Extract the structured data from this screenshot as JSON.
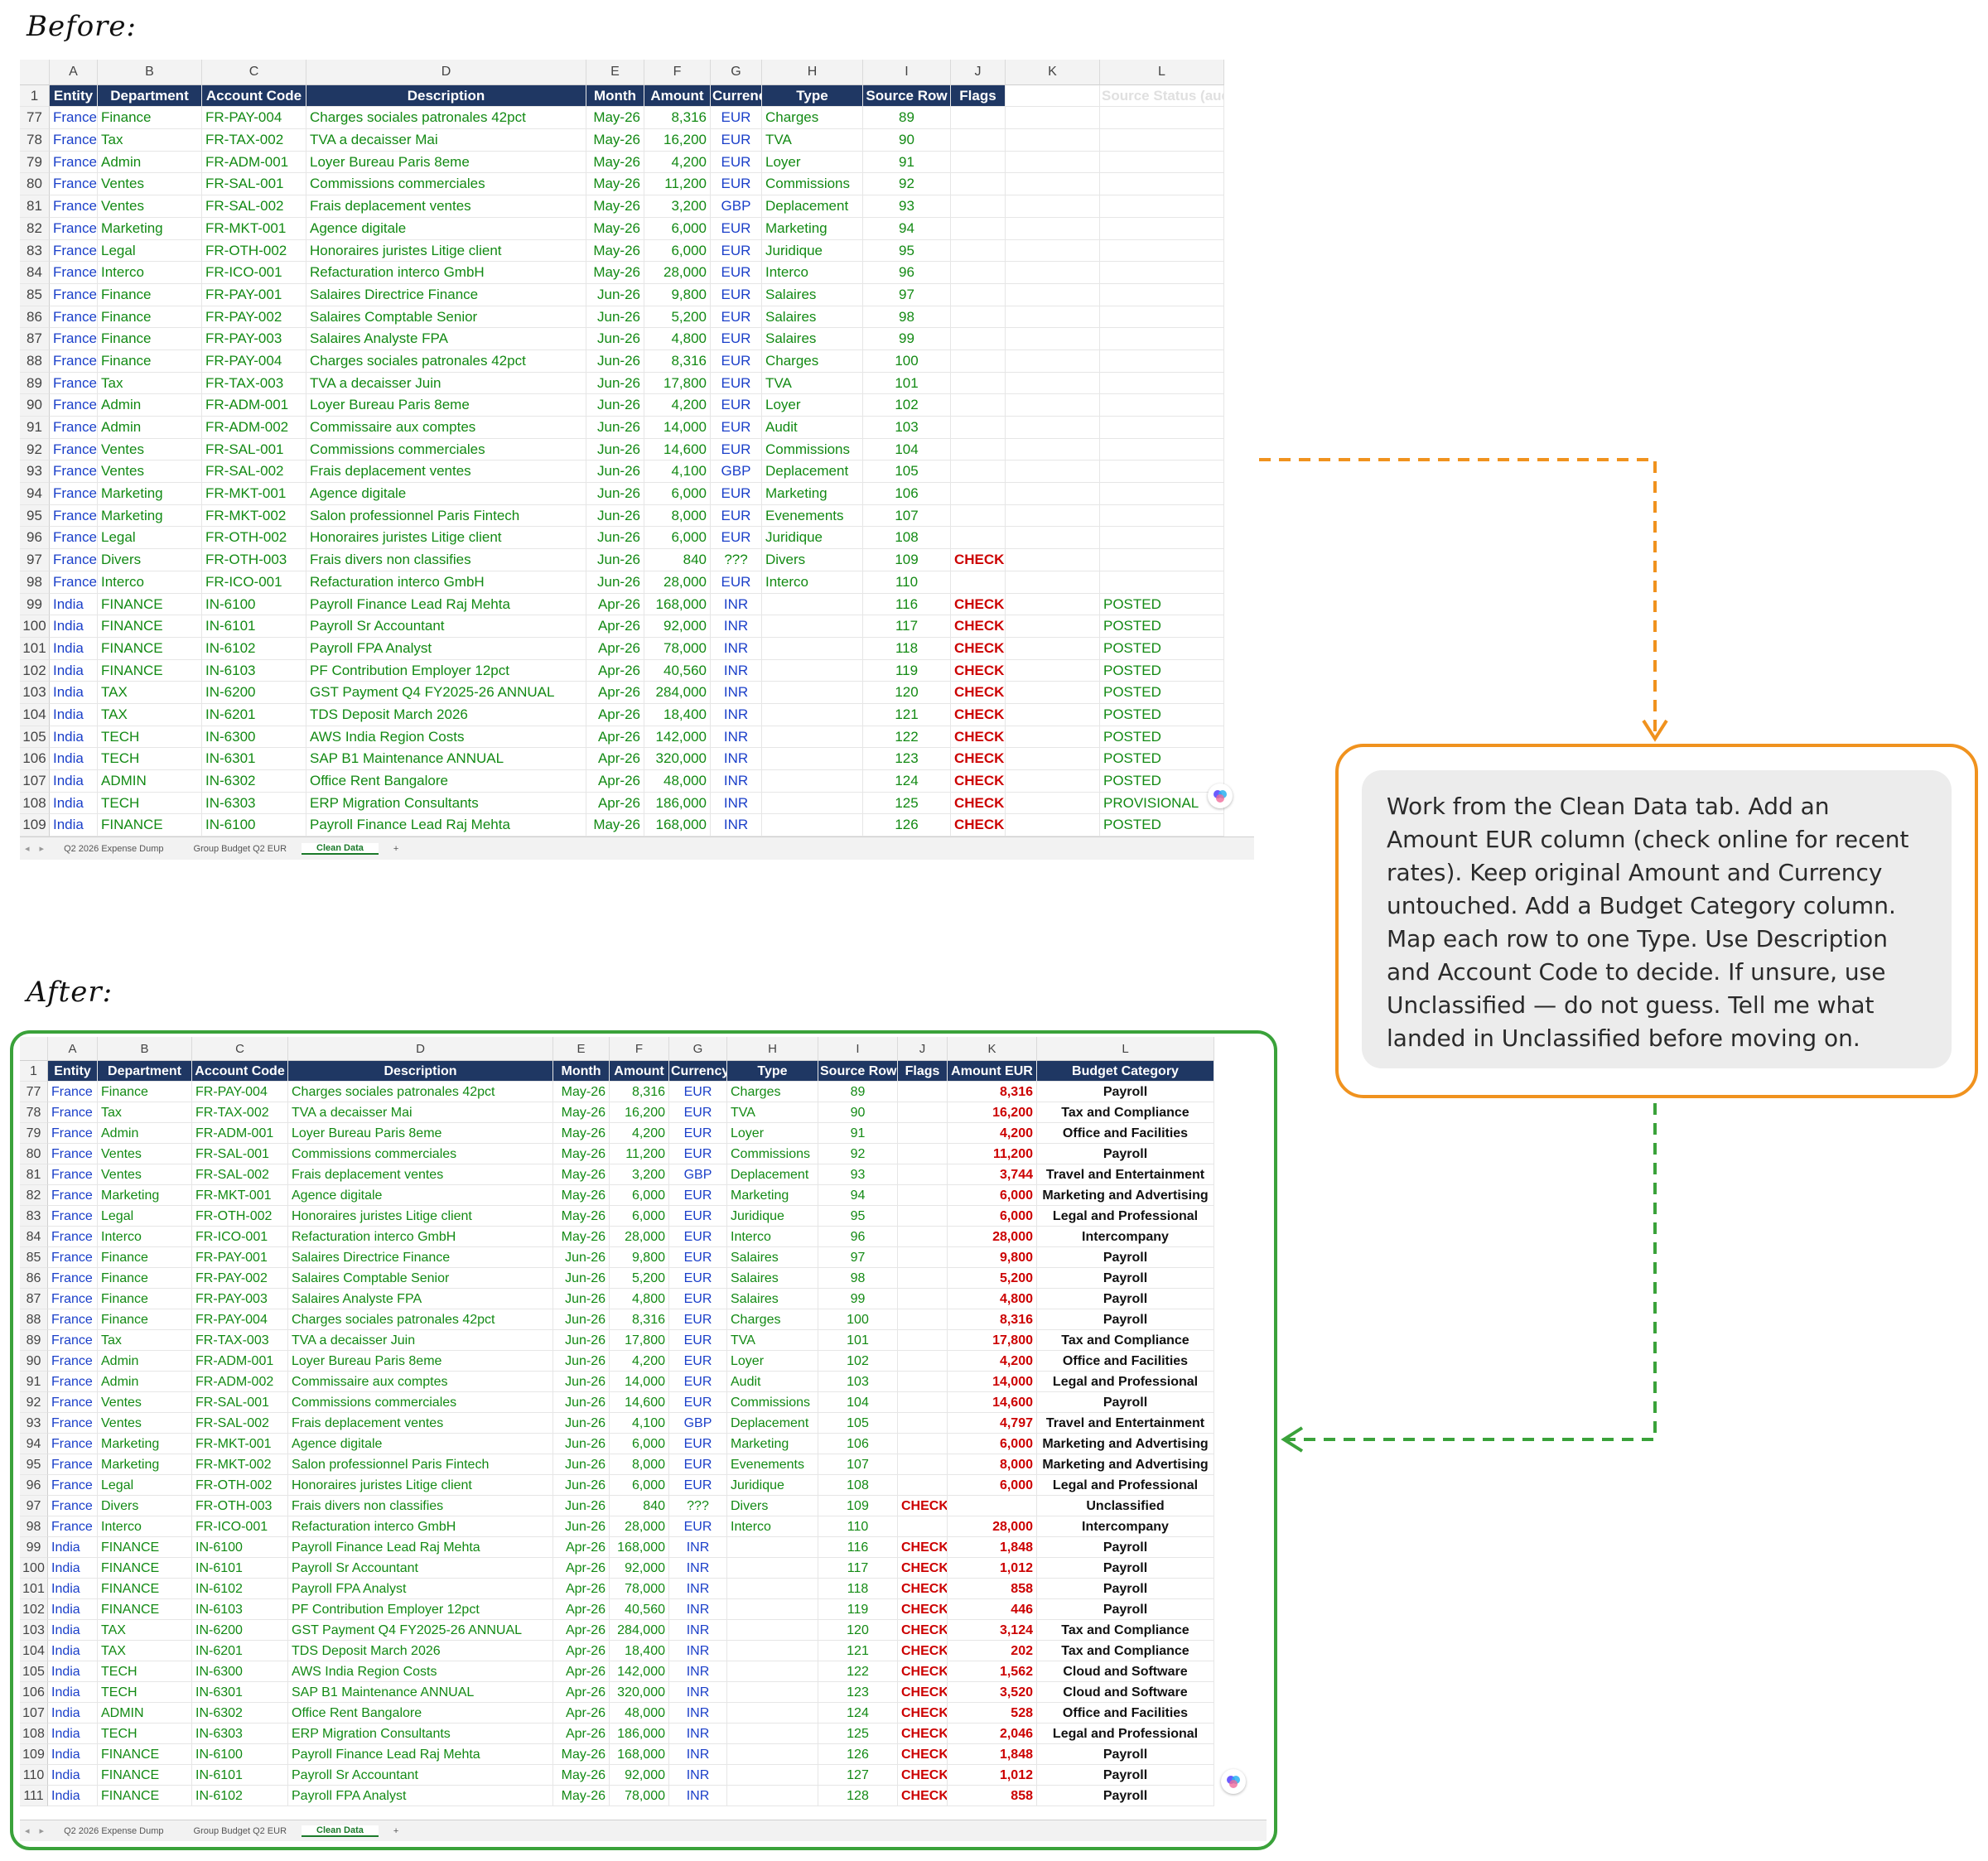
{
  "labels": {
    "before": "Before:",
    "after": "After:"
  },
  "prompt": "Work from the Clean Data tab. Add an Amount EUR column (check online for recent rates). Keep original Amount and Currency untouched. Add a Budget Category column. Map each row to one Type. Use Description and Account Code to decide. If unsure, use Unclassified — do not guess. Tell me what landed in Unclassified before moving on.",
  "colors": {
    "header_bg": "#1f3763",
    "entity_blue": "#1a3fc9",
    "text_green": "#138a14",
    "flag_red": "#cc0000",
    "prompt_border": "#f0921e",
    "after_border": "#3aa23a"
  },
  "before": {
    "col_letters": [
      "A",
      "B",
      "C",
      "D",
      "E",
      "F",
      "G",
      "H",
      "I",
      "J",
      "K",
      "L"
    ],
    "headers": [
      "Entity",
      "Department",
      "Account Code",
      "Description",
      "Month",
      "Amount",
      "Currency",
      "Type",
      "Source Row",
      "Flags",
      "",
      "Source Status (aud"
    ],
    "rows": [
      [
        "77",
        "France",
        "Finance",
        "FR-PAY-004",
        "Charges sociales patronales 42pct",
        "May-26",
        "8,316",
        "EUR",
        "Charges",
        "89",
        "",
        "",
        ""
      ],
      [
        "78",
        "France",
        "Tax",
        "FR-TAX-002",
        "TVA a decaisser Mai",
        "May-26",
        "16,200",
        "EUR",
        "TVA",
        "90",
        "",
        "",
        ""
      ],
      [
        "79",
        "France",
        "Admin",
        "FR-ADM-001",
        "Loyer Bureau Paris 8eme",
        "May-26",
        "4,200",
        "EUR",
        "Loyer",
        "91",
        "",
        "",
        ""
      ],
      [
        "80",
        "France",
        "Ventes",
        "FR-SAL-001",
        "Commissions commerciales",
        "May-26",
        "11,200",
        "EUR",
        "Commissions",
        "92",
        "",
        "",
        ""
      ],
      [
        "81",
        "France",
        "Ventes",
        "FR-SAL-002",
        "Frais deplacement ventes",
        "May-26",
        "3,200",
        "GBP",
        "Deplacement",
        "93",
        "",
        "",
        ""
      ],
      [
        "82",
        "France",
        "Marketing",
        "FR-MKT-001",
        "Agence digitale",
        "May-26",
        "6,000",
        "EUR",
        "Marketing",
        "94",
        "",
        "",
        ""
      ],
      [
        "83",
        "France",
        "Legal",
        "FR-OTH-002",
        "Honoraires juristes Litige client",
        "May-26",
        "6,000",
        "EUR",
        "Juridique",
        "95",
        "",
        "",
        ""
      ],
      [
        "84",
        "France",
        "Interco",
        "FR-ICO-001",
        "Refacturation interco GmbH",
        "May-26",
        "28,000",
        "EUR",
        "Interco",
        "96",
        "",
        "",
        ""
      ],
      [
        "85",
        "France",
        "Finance",
        "FR-PAY-001",
        "Salaires Directrice Finance",
        "Jun-26",
        "9,800",
        "EUR",
        "Salaires",
        "97",
        "",
        "",
        ""
      ],
      [
        "86",
        "France",
        "Finance",
        "FR-PAY-002",
        "Salaires Comptable Senior",
        "Jun-26",
        "5,200",
        "EUR",
        "Salaires",
        "98",
        "",
        "",
        ""
      ],
      [
        "87",
        "France",
        "Finance",
        "FR-PAY-003",
        "Salaires Analyste FPA",
        "Jun-26",
        "4,800",
        "EUR",
        "Salaires",
        "99",
        "",
        "",
        ""
      ],
      [
        "88",
        "France",
        "Finance",
        "FR-PAY-004",
        "Charges sociales patronales 42pct",
        "Jun-26",
        "8,316",
        "EUR",
        "Charges",
        "100",
        "",
        "",
        ""
      ],
      [
        "89",
        "France",
        "Tax",
        "FR-TAX-003",
        "TVA a decaisser Juin",
        "Jun-26",
        "17,800",
        "EUR",
        "TVA",
        "101",
        "",
        "",
        ""
      ],
      [
        "90",
        "France",
        "Admin",
        "FR-ADM-001",
        "Loyer Bureau Paris 8eme",
        "Jun-26",
        "4,200",
        "EUR",
        "Loyer",
        "102",
        "",
        "",
        ""
      ],
      [
        "91",
        "France",
        "Admin",
        "FR-ADM-002",
        "Commissaire aux comptes",
        "Jun-26",
        "14,000",
        "EUR",
        "Audit",
        "103",
        "",
        "",
        ""
      ],
      [
        "92",
        "France",
        "Ventes",
        "FR-SAL-001",
        "Commissions commerciales",
        "Jun-26",
        "14,600",
        "EUR",
        "Commissions",
        "104",
        "",
        "",
        ""
      ],
      [
        "93",
        "France",
        "Ventes",
        "FR-SAL-002",
        "Frais deplacement ventes",
        "Jun-26",
        "4,100",
        "GBP",
        "Deplacement",
        "105",
        "",
        "",
        ""
      ],
      [
        "94",
        "France",
        "Marketing",
        "FR-MKT-001",
        "Agence digitale",
        "Jun-26",
        "6,000",
        "EUR",
        "Marketing",
        "106",
        "",
        "",
        ""
      ],
      [
        "95",
        "France",
        "Marketing",
        "FR-MKT-002",
        "Salon professionnel Paris Fintech",
        "Jun-26",
        "8,000",
        "EUR",
        "Evenements",
        "107",
        "",
        "",
        ""
      ],
      [
        "96",
        "France",
        "Legal",
        "FR-OTH-002",
        "Honoraires juristes Litige client",
        "Jun-26",
        "6,000",
        "EUR",
        "Juridique",
        "108",
        "",
        "",
        ""
      ],
      [
        "97",
        "France",
        "Divers",
        "FR-OTH-003",
        "Frais divers non classifies",
        "Jun-26",
        "840",
        "???",
        "Divers",
        "109",
        "CHECK",
        "",
        ""
      ],
      [
        "98",
        "France",
        "Interco",
        "FR-ICO-001",
        "Refacturation interco GmbH",
        "Jun-26",
        "28,000",
        "EUR",
        "Interco",
        "110",
        "",
        "",
        ""
      ],
      [
        "99",
        "India",
        "FINANCE",
        "IN-6100",
        "Payroll Finance Lead Raj Mehta",
        "Apr-26",
        "168,000",
        "INR",
        "",
        "116",
        "CHECK",
        "",
        "POSTED"
      ],
      [
        "100",
        "India",
        "FINANCE",
        "IN-6101",
        "Payroll Sr Accountant",
        "Apr-26",
        "92,000",
        "INR",
        "",
        "117",
        "CHECK",
        "",
        "POSTED"
      ],
      [
        "101",
        "India",
        "FINANCE",
        "IN-6102",
        "Payroll FPA Analyst",
        "Apr-26",
        "78,000",
        "INR",
        "",
        "118",
        "CHECK",
        "",
        "POSTED"
      ],
      [
        "102",
        "India",
        "FINANCE",
        "IN-6103",
        "PF Contribution Employer 12pct",
        "Apr-26",
        "40,560",
        "INR",
        "",
        "119",
        "CHECK",
        "",
        "POSTED"
      ],
      [
        "103",
        "India",
        "TAX",
        "IN-6200",
        "GST Payment Q4 FY2025-26 ANNUAL",
        "Apr-26",
        "284,000",
        "INR",
        "",
        "120",
        "CHECK",
        "",
        "POSTED"
      ],
      [
        "104",
        "India",
        "TAX",
        "IN-6201",
        "TDS Deposit March 2026",
        "Apr-26",
        "18,400",
        "INR",
        "",
        "121",
        "CHECK",
        "",
        "POSTED"
      ],
      [
        "105",
        "India",
        "TECH",
        "IN-6300",
        "AWS India Region Costs",
        "Apr-26",
        "142,000",
        "INR",
        "",
        "122",
        "CHECK",
        "",
        "POSTED"
      ],
      [
        "106",
        "India",
        "TECH",
        "IN-6301",
        "SAP B1 Maintenance ANNUAL",
        "Apr-26",
        "320,000",
        "INR",
        "",
        "123",
        "CHECK",
        "",
        "POSTED"
      ],
      [
        "107",
        "India",
        "ADMIN",
        "IN-6302",
        "Office Rent Bangalore",
        "Apr-26",
        "48,000",
        "INR",
        "",
        "124",
        "CHECK",
        "",
        "POSTED"
      ],
      [
        "108",
        "India",
        "TECH",
        "IN-6303",
        "ERP Migration Consultants",
        "Apr-26",
        "186,000",
        "INR",
        "",
        "125",
        "CHECK",
        "",
        "PROVISIONAL"
      ],
      [
        "109",
        "India",
        "FINANCE",
        "IN-6100",
        "Payroll Finance Lead Raj Mehta",
        "May-26",
        "168,000",
        "INR",
        "",
        "126",
        "CHECK",
        "",
        "POSTED"
      ]
    ],
    "tabs": [
      "Q2 2026 Expense Dump",
      "Group Budget Q2 EUR",
      "Clean Data",
      "+"
    ],
    "active_tab": "Clean Data"
  },
  "after": {
    "col_letters": [
      "A",
      "B",
      "C",
      "D",
      "E",
      "F",
      "G",
      "H",
      "I",
      "J",
      "K",
      "L"
    ],
    "headers": [
      "Entity",
      "Department",
      "Account Code",
      "Description",
      "Month",
      "Amount",
      "Currency",
      "Type",
      "Source Row",
      "Flags",
      "Amount EUR",
      "Budget Category"
    ],
    "rows": [
      [
        "77",
        "France",
        "Finance",
        "FR-PAY-004",
        "Charges sociales patronales 42pct",
        "May-26",
        "8,316",
        "EUR",
        "Charges",
        "89",
        "",
        "8,316",
        "Payroll"
      ],
      [
        "78",
        "France",
        "Tax",
        "FR-TAX-002",
        "TVA a decaisser Mai",
        "May-26",
        "16,200",
        "EUR",
        "TVA",
        "90",
        "",
        "16,200",
        "Tax and Compliance"
      ],
      [
        "79",
        "France",
        "Admin",
        "FR-ADM-001",
        "Loyer Bureau Paris 8eme",
        "May-26",
        "4,200",
        "EUR",
        "Loyer",
        "91",
        "",
        "4,200",
        "Office and Facilities"
      ],
      [
        "80",
        "France",
        "Ventes",
        "FR-SAL-001",
        "Commissions commerciales",
        "May-26",
        "11,200",
        "EUR",
        "Commissions",
        "92",
        "",
        "11,200",
        "Payroll"
      ],
      [
        "81",
        "France",
        "Ventes",
        "FR-SAL-002",
        "Frais deplacement ventes",
        "May-26",
        "3,200",
        "GBP",
        "Deplacement",
        "93",
        "",
        "3,744",
        "Travel and Entertainment"
      ],
      [
        "82",
        "France",
        "Marketing",
        "FR-MKT-001",
        "Agence digitale",
        "May-26",
        "6,000",
        "EUR",
        "Marketing",
        "94",
        "",
        "6,000",
        "Marketing and Advertising"
      ],
      [
        "83",
        "France",
        "Legal",
        "FR-OTH-002",
        "Honoraires juristes Litige client",
        "May-26",
        "6,000",
        "EUR",
        "Juridique",
        "95",
        "",
        "6,000",
        "Legal and Professional"
      ],
      [
        "84",
        "France",
        "Interco",
        "FR-ICO-001",
        "Refacturation interco GmbH",
        "May-26",
        "28,000",
        "EUR",
        "Interco",
        "96",
        "",
        "28,000",
        "Intercompany"
      ],
      [
        "85",
        "France",
        "Finance",
        "FR-PAY-001",
        "Salaires Directrice Finance",
        "Jun-26",
        "9,800",
        "EUR",
        "Salaires",
        "97",
        "",
        "9,800",
        "Payroll"
      ],
      [
        "86",
        "France",
        "Finance",
        "FR-PAY-002",
        "Salaires Comptable Senior",
        "Jun-26",
        "5,200",
        "EUR",
        "Salaires",
        "98",
        "",
        "5,200",
        "Payroll"
      ],
      [
        "87",
        "France",
        "Finance",
        "FR-PAY-003",
        "Salaires Analyste FPA",
        "Jun-26",
        "4,800",
        "EUR",
        "Salaires",
        "99",
        "",
        "4,800",
        "Payroll"
      ],
      [
        "88",
        "France",
        "Finance",
        "FR-PAY-004",
        "Charges sociales patronales 42pct",
        "Jun-26",
        "8,316",
        "EUR",
        "Charges",
        "100",
        "",
        "8,316",
        "Payroll"
      ],
      [
        "89",
        "France",
        "Tax",
        "FR-TAX-003",
        "TVA a decaisser Juin",
        "Jun-26",
        "17,800",
        "EUR",
        "TVA",
        "101",
        "",
        "17,800",
        "Tax and Compliance"
      ],
      [
        "90",
        "France",
        "Admin",
        "FR-ADM-001",
        "Loyer Bureau Paris 8eme",
        "Jun-26",
        "4,200",
        "EUR",
        "Loyer",
        "102",
        "",
        "4,200",
        "Office and Facilities"
      ],
      [
        "91",
        "France",
        "Admin",
        "FR-ADM-002",
        "Commissaire aux comptes",
        "Jun-26",
        "14,000",
        "EUR",
        "Audit",
        "103",
        "",
        "14,000",
        "Legal and Professional"
      ],
      [
        "92",
        "France",
        "Ventes",
        "FR-SAL-001",
        "Commissions commerciales",
        "Jun-26",
        "14,600",
        "EUR",
        "Commissions",
        "104",
        "",
        "14,600",
        "Payroll"
      ],
      [
        "93",
        "France",
        "Ventes",
        "FR-SAL-002",
        "Frais deplacement ventes",
        "Jun-26",
        "4,100",
        "GBP",
        "Deplacement",
        "105",
        "",
        "4,797",
        "Travel and Entertainment"
      ],
      [
        "94",
        "France",
        "Marketing",
        "FR-MKT-001",
        "Agence digitale",
        "Jun-26",
        "6,000",
        "EUR",
        "Marketing",
        "106",
        "",
        "6,000",
        "Marketing and Advertising"
      ],
      [
        "95",
        "France",
        "Marketing",
        "FR-MKT-002",
        "Salon professionnel Paris Fintech",
        "Jun-26",
        "8,000",
        "EUR",
        "Evenements",
        "107",
        "",
        "8,000",
        "Marketing and Advertising"
      ],
      [
        "96",
        "France",
        "Legal",
        "FR-OTH-002",
        "Honoraires juristes Litige client",
        "Jun-26",
        "6,000",
        "EUR",
        "Juridique",
        "108",
        "",
        "6,000",
        "Legal and Professional"
      ],
      [
        "97",
        "France",
        "Divers",
        "FR-OTH-003",
        "Frais divers non classifies",
        "Jun-26",
        "840",
        "???",
        "Divers",
        "109",
        "CHECK",
        "",
        "Unclassified"
      ],
      [
        "98",
        "France",
        "Interco",
        "FR-ICO-001",
        "Refacturation interco GmbH",
        "Jun-26",
        "28,000",
        "EUR",
        "Interco",
        "110",
        "",
        "28,000",
        "Intercompany"
      ],
      [
        "99",
        "India",
        "FINANCE",
        "IN-6100",
        "Payroll Finance Lead Raj Mehta",
        "Apr-26",
        "168,000",
        "INR",
        "",
        "116",
        "CHECK",
        "1,848",
        "Payroll"
      ],
      [
        "100",
        "India",
        "FINANCE",
        "IN-6101",
        "Payroll Sr Accountant",
        "Apr-26",
        "92,000",
        "INR",
        "",
        "117",
        "CHECK",
        "1,012",
        "Payroll"
      ],
      [
        "101",
        "India",
        "FINANCE",
        "IN-6102",
        "Payroll FPA Analyst",
        "Apr-26",
        "78,000",
        "INR",
        "",
        "118",
        "CHECK",
        "858",
        "Payroll"
      ],
      [
        "102",
        "India",
        "FINANCE",
        "IN-6103",
        "PF Contribution Employer 12pct",
        "Apr-26",
        "40,560",
        "INR",
        "",
        "119",
        "CHECK",
        "446",
        "Payroll"
      ],
      [
        "103",
        "India",
        "TAX",
        "IN-6200",
        "GST Payment Q4 FY2025-26 ANNUAL",
        "Apr-26",
        "284,000",
        "INR",
        "",
        "120",
        "CHECK",
        "3,124",
        "Tax and Compliance"
      ],
      [
        "104",
        "India",
        "TAX",
        "IN-6201",
        "TDS Deposit March 2026",
        "Apr-26",
        "18,400",
        "INR",
        "",
        "121",
        "CHECK",
        "202",
        "Tax and Compliance"
      ],
      [
        "105",
        "India",
        "TECH",
        "IN-6300",
        "AWS India Region Costs",
        "Apr-26",
        "142,000",
        "INR",
        "",
        "122",
        "CHECK",
        "1,562",
        "Cloud and Software"
      ],
      [
        "106",
        "India",
        "TECH",
        "IN-6301",
        "SAP B1 Maintenance ANNUAL",
        "Apr-26",
        "320,000",
        "INR",
        "",
        "123",
        "CHECK",
        "3,520",
        "Cloud and Software"
      ],
      [
        "107",
        "India",
        "ADMIN",
        "IN-6302",
        "Office Rent Bangalore",
        "Apr-26",
        "48,000",
        "INR",
        "",
        "124",
        "CHECK",
        "528",
        "Office and Facilities"
      ],
      [
        "108",
        "India",
        "TECH",
        "IN-6303",
        "ERP Migration Consultants",
        "Apr-26",
        "186,000",
        "INR",
        "",
        "125",
        "CHECK",
        "2,046",
        "Legal and Professional"
      ],
      [
        "109",
        "India",
        "FINANCE",
        "IN-6100",
        "Payroll Finance Lead Raj Mehta",
        "May-26",
        "168,000",
        "INR",
        "",
        "126",
        "CHECK",
        "1,848",
        "Payroll"
      ],
      [
        "110",
        "India",
        "FINANCE",
        "IN-6101",
        "Payroll Sr Accountant",
        "May-26",
        "92,000",
        "INR",
        "",
        "127",
        "CHECK",
        "1,012",
        "Payroll"
      ],
      [
        "111",
        "India",
        "FINANCE",
        "IN-6102",
        "Payroll FPA Analyst",
        "May-26",
        "78,000",
        "INR",
        "",
        "128",
        "CHECK",
        "858",
        "Payroll"
      ]
    ],
    "tabs": [
      "Q2 2026 Expense Dump",
      "Group Budget Q2 EUR",
      "Clean Data",
      "+"
    ],
    "active_tab": "Clean Data"
  }
}
